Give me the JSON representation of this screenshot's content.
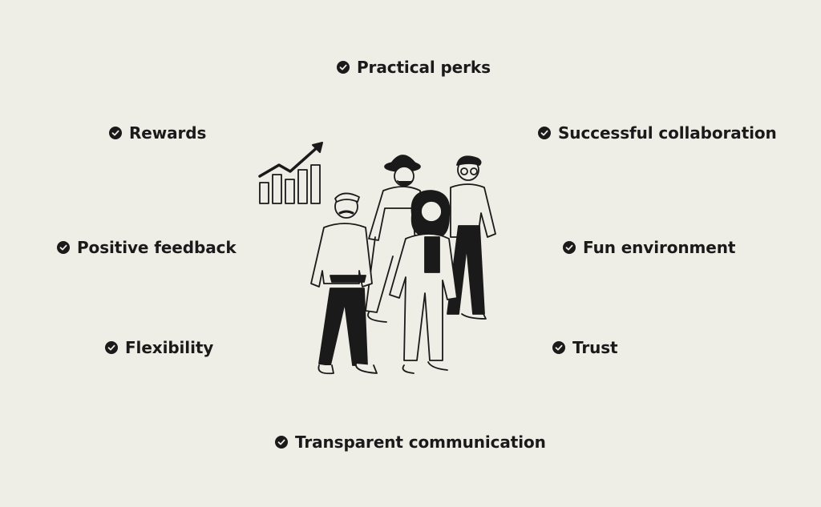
{
  "items": [
    {
      "id": "practical",
      "label": "Practical perks",
      "icon": "check-circle-icon"
    },
    {
      "id": "rewards",
      "label": "Rewards",
      "icon": "check-circle-icon"
    },
    {
      "id": "collab",
      "label": "Successful collaboration",
      "icon": "check-circle-icon"
    },
    {
      "id": "feedback",
      "label": "Positive feedback",
      "icon": "check-circle-icon"
    },
    {
      "id": "fun",
      "label": "Fun environment",
      "icon": "check-circle-icon"
    },
    {
      "id": "flex",
      "label": "Flexibility",
      "icon": "check-circle-icon"
    },
    {
      "id": "trust",
      "label": "Trust",
      "icon": "check-circle-icon"
    },
    {
      "id": "transparent",
      "label": "Transparent communication",
      "icon": "check-circle-icon"
    }
  ],
  "colors": {
    "background": "#eeede6",
    "ink": "#1a1a1a"
  },
  "illustration": {
    "icon": "team-of-four-people-with-growth-chart-illustration"
  }
}
